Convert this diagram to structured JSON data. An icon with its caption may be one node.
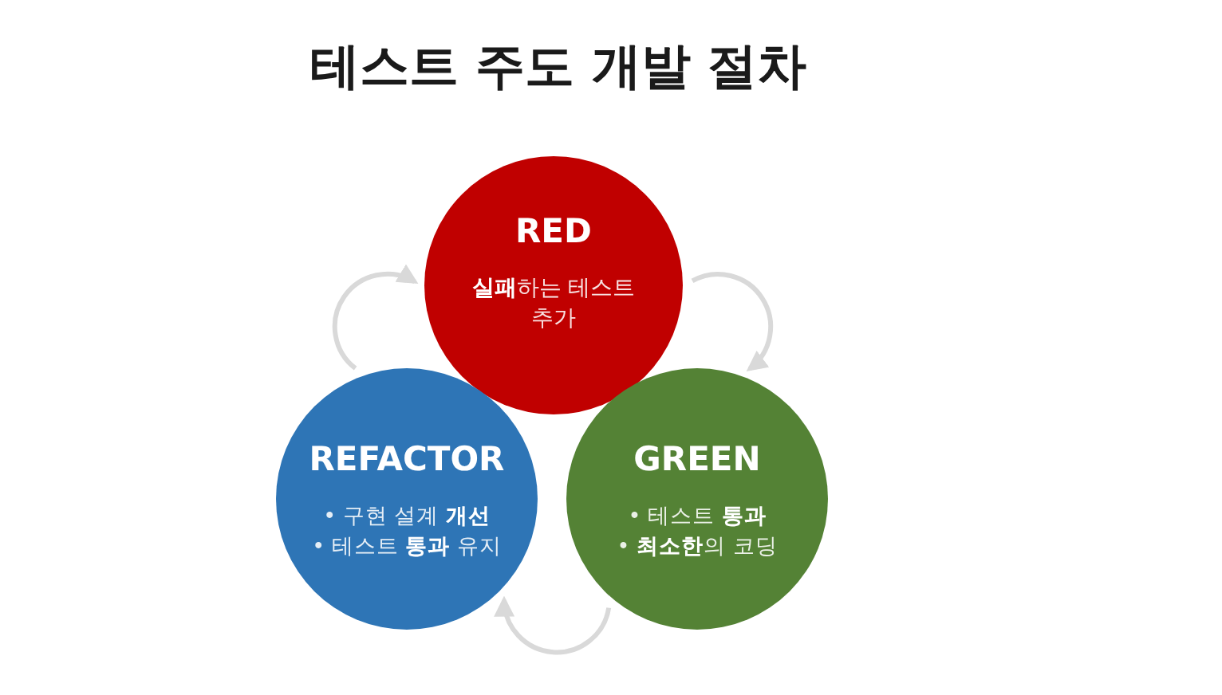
{
  "diagram": {
    "title": "테스트 주도 개발 절차",
    "nodes": [
      {
        "text": [
          "RED",
          "**실패**하는 테스트 추가"
        ]
      },
      {
        "text": [
          "REFACTOR",
          "• 구현 설계 **개선**",
          "• 테스트 **통과** 유지"
        ]
      },
      {
        "text": [
          "GREEN",
          "• 테스트 **통과**",
          "• **최소한**의 코딩"
        ]
      }
    ],
    "edges": [
      {
        "from": 0,
        "to": 2,
        "arrow": "to"
      },
      {
        "from": 2,
        "to": 1,
        "arrow": "to"
      },
      {
        "from": 1,
        "to": 0,
        "arrow": "to"
      }
    ]
  }
}
